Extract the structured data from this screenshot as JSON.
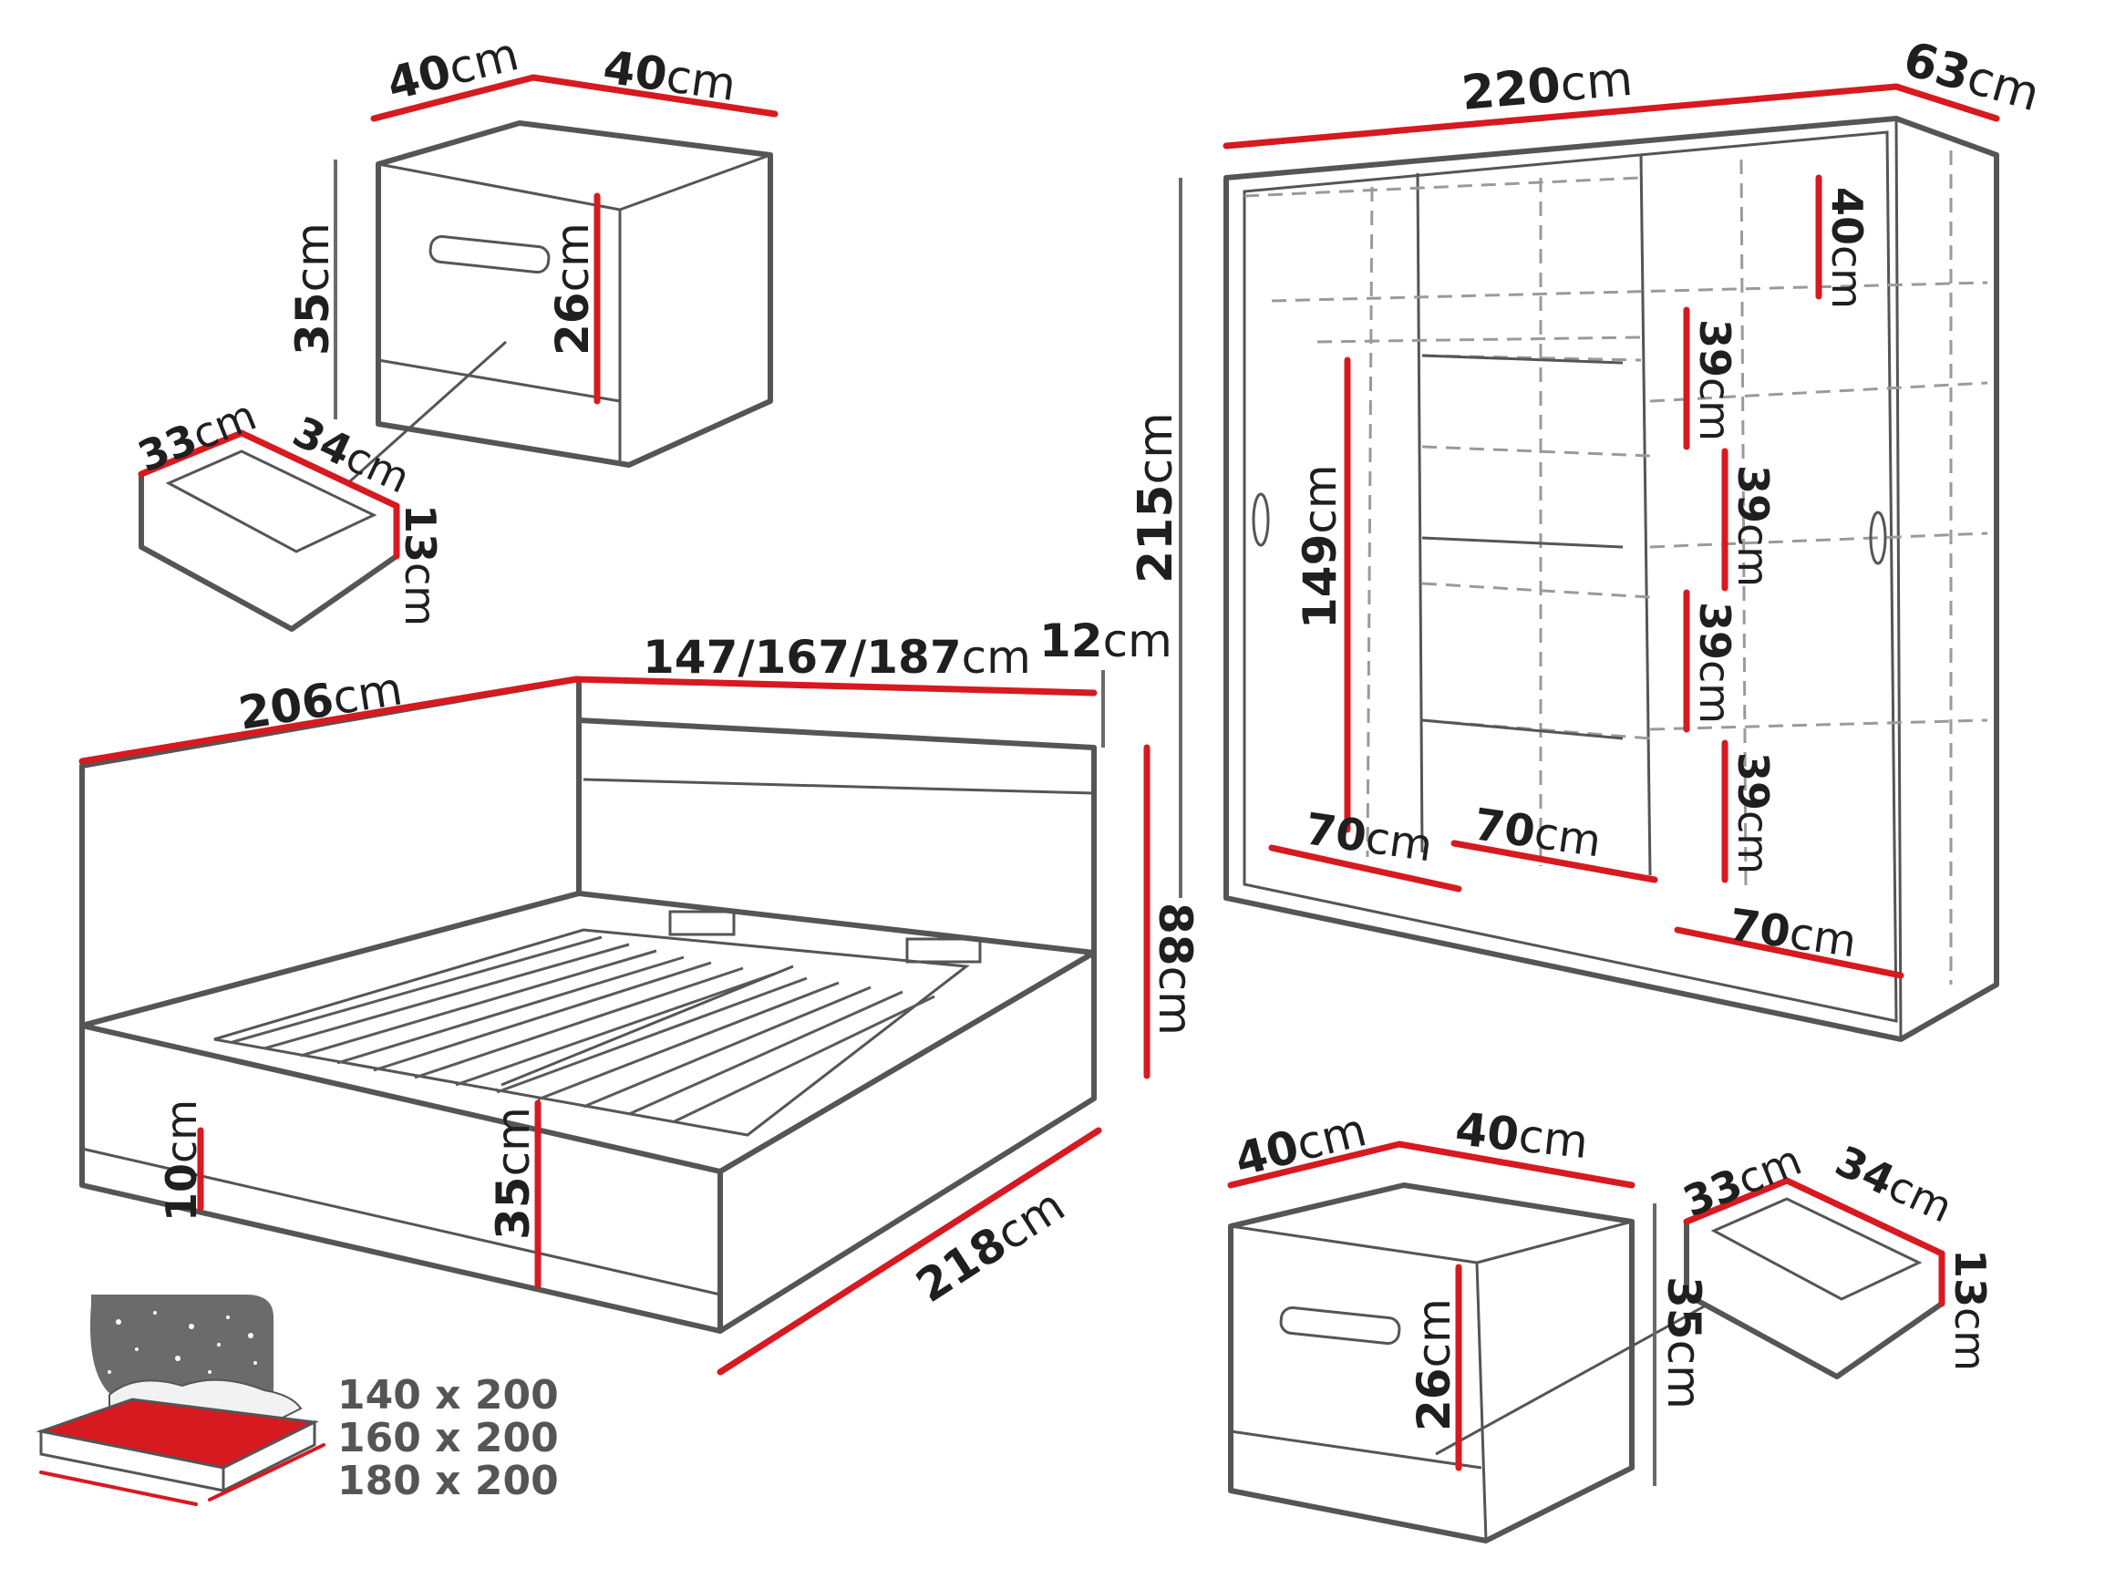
{
  "unit": "cm",
  "colors": {
    "dimension_line": "#d71920",
    "outline": "#555555",
    "text": "#1f1f1f"
  },
  "nightstand_top": {
    "width": "40",
    "depth": "40",
    "height": "35",
    "front_height": "26",
    "drawer": {
      "width": "33",
      "depth": "34",
      "height": "13"
    }
  },
  "bed": {
    "headboard_width": "206",
    "mattress_width": "147/167/187",
    "headboard_thickness": "12",
    "length": "218",
    "headboard_height": "88",
    "frame_height": "35",
    "leg_height": "10"
  },
  "wardrobe": {
    "width": "220",
    "depth": "63",
    "height": "215",
    "hanging_height": "149",
    "top_shelf": "40",
    "shelf_gap_1": "39",
    "shelf_gap_2": "39",
    "shelf_gap_3": "39",
    "shelf_gap_4": "39",
    "section_1_width": "70",
    "section_2_width": "70",
    "section_3_width": "70"
  },
  "nightstand_bottom": {
    "width": "40",
    "depth": "40",
    "height": "35",
    "front_height": "26",
    "drawer": {
      "width": "33",
      "depth": "34",
      "height": "13"
    }
  },
  "mattress_sizes": [
    "140 x 200",
    "160 x 200",
    "180 x 200"
  ],
  "icons": [
    "mattress-icon",
    "starry-night-icon"
  ]
}
